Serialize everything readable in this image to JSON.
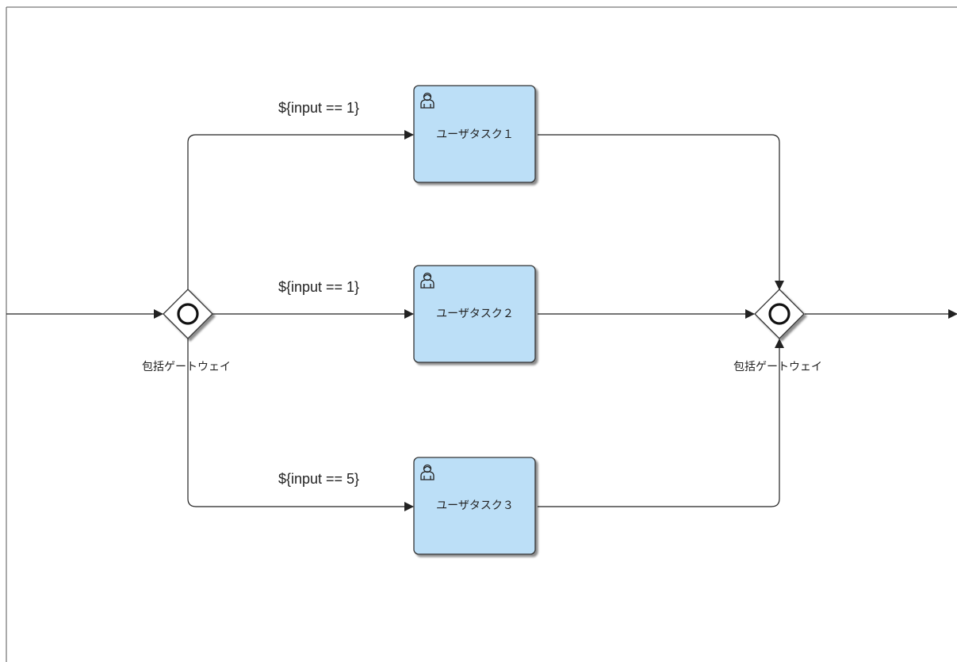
{
  "diagram": {
    "tasks": [
      {
        "label": "ユーザタスク１",
        "condition": "${input == 1}",
        "icon": "user-icon",
        "fill": "#bcdff7"
      },
      {
        "label": "ユーザタスク２",
        "condition": "${input == 1}",
        "icon": "user-icon",
        "fill": "#bcdff7"
      },
      {
        "label": "ユーザタスク３",
        "condition": "${input == 5}",
        "icon": "user-icon",
        "fill": "#bcdff7"
      }
    ],
    "gateways": [
      {
        "label": "包括ゲートウェイ",
        "type": "inclusive"
      },
      {
        "label": "包括ゲートウェイ",
        "type": "inclusive"
      }
    ]
  }
}
